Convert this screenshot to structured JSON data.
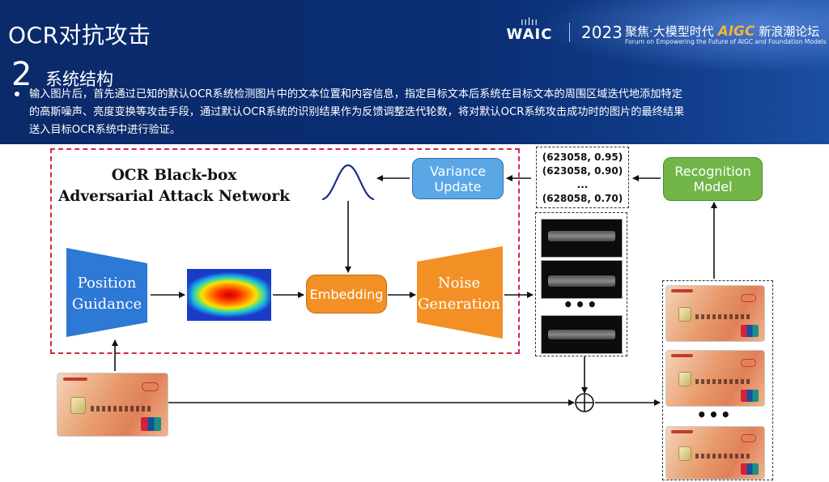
{
  "header": {
    "title": "OCR对抗攻击",
    "section_number": "2",
    "section_title": "系统结构",
    "description": "输入图片后，首先通过已知的默认OCR系统检测图片中的文本位置和内容信息，指定目标文本后系统在目标文本的周围区域迭代地添加特定的高斯噪声、亮度变换等攻击手段，通过默认OCR系统的识别结果作为反馈调整迭代轮数，将对默认OCR系统攻击成功时的图片的最终结果送入目标OCR系统中进行验证。"
  },
  "branding": {
    "logo_text": "WAIC",
    "year": "2023",
    "forum_cn_prefix": "聚焦·大模型时代",
    "forum_cn_highlight": "AIGC",
    "forum_cn_suffix": "新浪潮论坛",
    "forum_en": "Forum on Empowering the Future of AIGC and Foundation Models",
    "accent_color": "#f1b43a"
  },
  "diagram": {
    "network_title_line1": "OCR Black-box",
    "network_title_line2": "Adversarial Attack Network",
    "position_guidance": {
      "line1": "Position",
      "line2": "Guidance"
    },
    "embedding": "Embedding",
    "noise_generation": {
      "line1": "Noise",
      "line2": "Generation"
    },
    "variance_update": {
      "line1": "Variance",
      "line2": "Update"
    },
    "recognition_model": {
      "line1": "Recognition",
      "line2": "Model"
    },
    "scores": [
      "(623058, 0.95)",
      "(623058, 0.90)",
      "...",
      "(628058, 0.70)"
    ],
    "ellipsis": "•••",
    "colors": {
      "dashed_border": "#d7263d",
      "trapezoid": "#2e78d6",
      "orange": "#f39025",
      "blue_box": "#5ba7e5",
      "green_box": "#72b64a"
    }
  }
}
